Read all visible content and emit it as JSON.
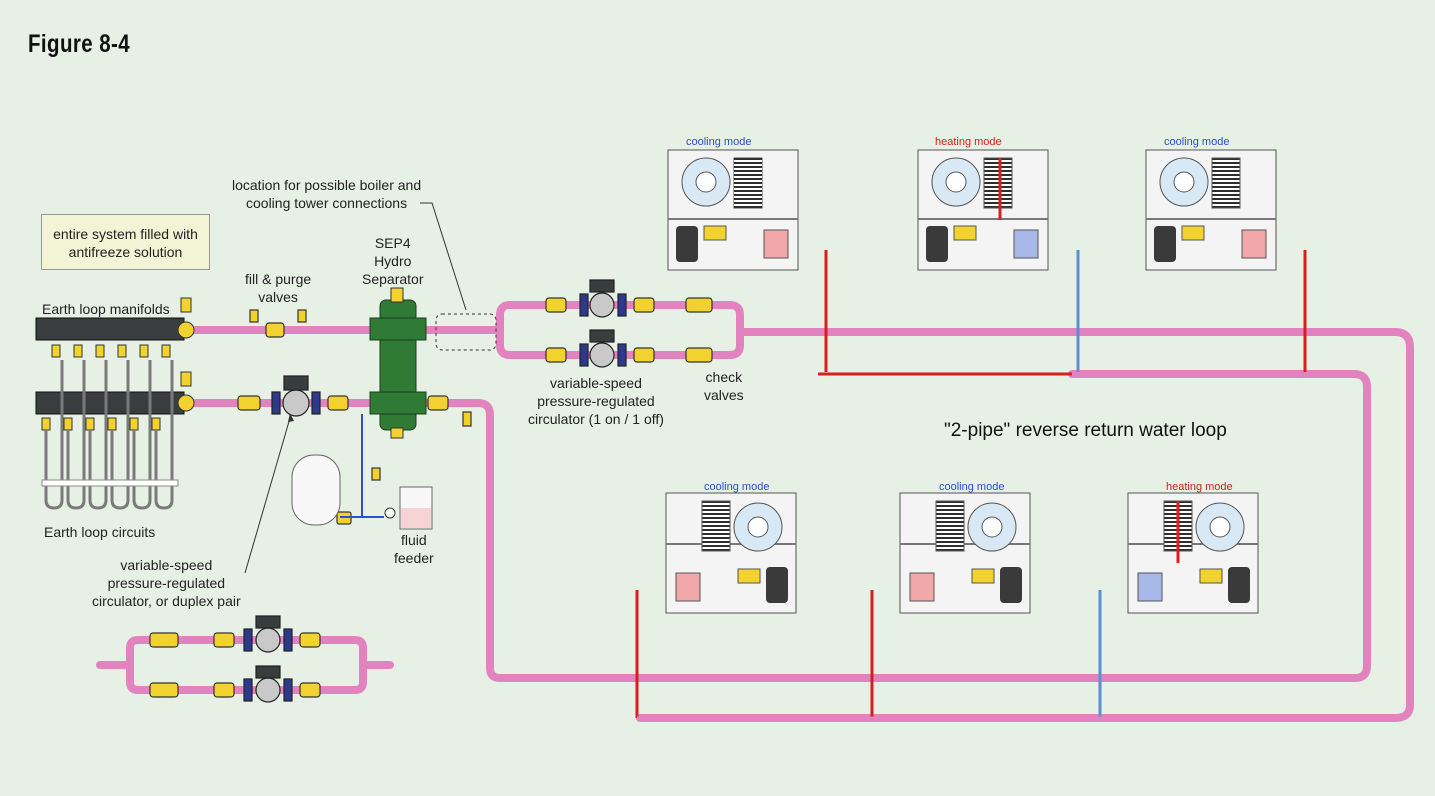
{
  "figure_title": "Figure 8-4",
  "note": {
    "line1": "entire system filled with",
    "line2": "antifreeze solution"
  },
  "labels": {
    "earth_loop_manifolds": "Earth loop manifolds",
    "earth_loop_circuits": "Earth loop circuits",
    "fill_purge": [
      "fill & purge",
      "valves"
    ],
    "sep4": [
      "SEP4",
      "Hydro",
      "Separator"
    ],
    "boiler_location": [
      "location for possible boiler and",
      "cooling tower connections"
    ],
    "vs_circulator_1on1off": [
      "variable-speed",
      "pressure-regulated",
      "circulator (1 on / 1 off)"
    ],
    "check_valves": [
      "check",
      "valves"
    ],
    "fluid_feeder": [
      "fluid",
      "feeder"
    ],
    "vs_circulator_duplex": [
      "variable-speed",
      "pressure-regulated",
      "circulator, or duplex pair"
    ],
    "loop_title": "\"2-pipe\" reverse return water loop"
  },
  "heat_pumps": [
    {
      "mode": "cooling mode",
      "color": "#2a4fd0"
    },
    {
      "mode": "heating mode",
      "color": "#d0241c"
    },
    {
      "mode": "cooling mode",
      "color": "#2a4fd0"
    },
    {
      "mode": "cooling mode",
      "color": "#2a4fd0"
    },
    {
      "mode": "cooling mode",
      "color": "#2a4fd0"
    },
    {
      "mode": "heating mode",
      "color": "#d0241c"
    }
  ],
  "colors": {
    "pipe": "#e283c0",
    "supply": "#d81e1e",
    "return": "#5a8fd8",
    "valve": "#f2d22e",
    "separator": "#2f7a35",
    "background": "#e6f0e4"
  }
}
